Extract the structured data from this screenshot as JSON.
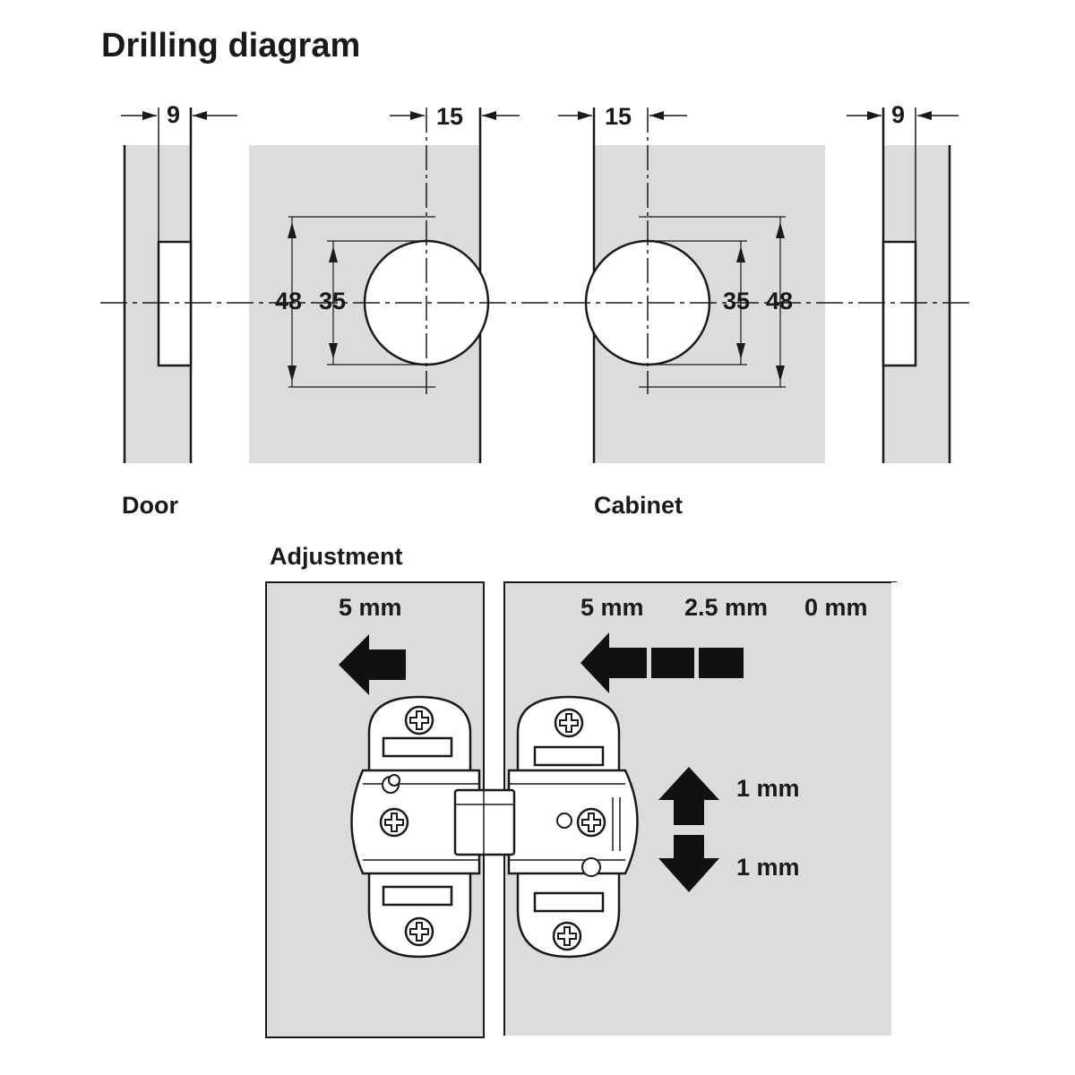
{
  "title": "Drilling diagram",
  "labels": {
    "door": "Door",
    "cabinet": "Cabinet",
    "adjustment": "Adjustment"
  },
  "dimensions": {
    "door_edge": "9",
    "door_center": "15",
    "cabinet_center": "15",
    "cabinet_edge": "9",
    "door_outer": "48",
    "door_inner": "35",
    "cabinet_inner": "35",
    "cabinet_outer": "48"
  },
  "adjustment": {
    "door_depth": "5 mm",
    "cabinet_depth": [
      "5 mm",
      "2.5 mm",
      "0 mm"
    ],
    "vertical_up": "1 mm",
    "vertical_down": "1 mm"
  },
  "colors": {
    "panel": "#dcdcdc",
    "line": "#1a1a1a",
    "arrow": "#111111"
  },
  "icons": [
    "arrow-left-icon",
    "arrow-up-icon",
    "arrow-down-icon",
    "screw-icon"
  ]
}
